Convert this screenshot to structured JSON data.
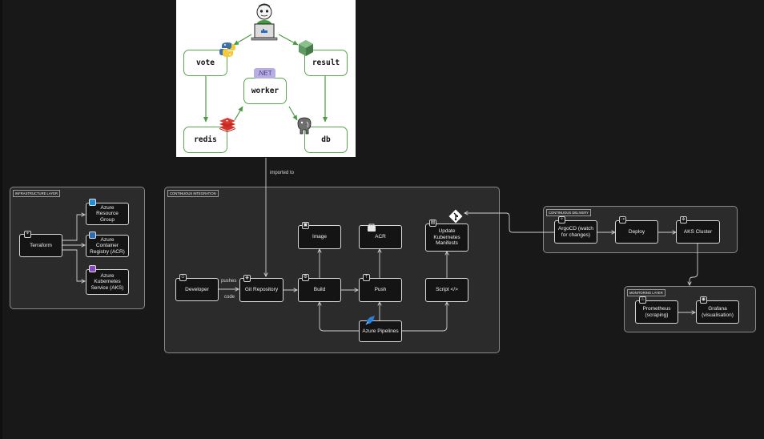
{
  "voting_app": {
    "vote": "vote",
    "result": "result",
    "worker": "worker",
    "redis": "redis",
    "db": "db",
    "dotnet_badge": ".NET"
  },
  "edges": {
    "imported_to": "imported to",
    "pushes": "pushes",
    "code": "code"
  },
  "infrastructure": {
    "label": "INFRASTRUCTURE LAYER",
    "terraform": "Terraform",
    "resource_group": "Azure Resource Group",
    "acr": "Azure Container Registry (ACR)",
    "aks": "Azure Kubernetes Service (AKS)"
  },
  "ci": {
    "label": "CONTINUOUS INTEGRATION",
    "developer": "Developer",
    "git_repository": "Git Repository",
    "build": "Build",
    "image": "Image",
    "acr": "ACR",
    "push": "Push",
    "update_manifests": "Update Kubernetes Manifests",
    "script": "Script </>",
    "azure_pipelines": "Azure Pipelines"
  },
  "cd": {
    "label": "CONTINUOUS DELIVERY",
    "argocd": "ArgoCD (watch for changes)",
    "deploy": "Deploy",
    "aks_cluster": "AKS Cluster"
  },
  "monitoring": {
    "label": "MONITORING LAYER",
    "prometheus": "Prometheus (scraping)",
    "grafana": "Grafana (visualisation)"
  },
  "colors": {
    "background": "#181818",
    "group_fill": "#2b2b2b",
    "node_border": "#d8d8d8",
    "voting_green": "#5aa64f",
    "git_diamond": "#ffffff"
  }
}
